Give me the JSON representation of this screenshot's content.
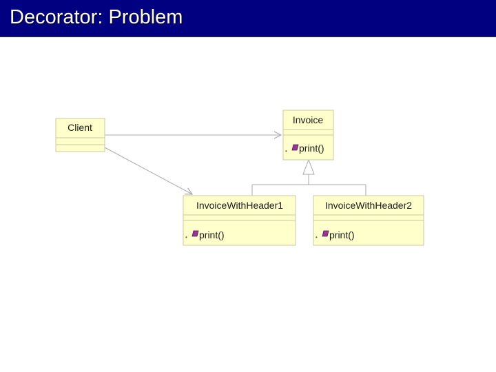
{
  "slide": {
    "title": "Decorator: Problem"
  },
  "colors": {
    "title_bar": "#000080",
    "title_text": "#ffffff",
    "class_fill": "#ffffcc",
    "class_border": "#c8c8a0",
    "connector": "#a9a9a9",
    "method_icon": "#993399"
  },
  "diagram": {
    "classes": {
      "client": {
        "name": "Client",
        "operations": []
      },
      "invoice": {
        "name": "Invoice",
        "operations": [
          "print()"
        ]
      },
      "header1": {
        "name": "InvoiceWithHeader1",
        "operations": [
          "print()"
        ]
      },
      "header2": {
        "name": "InvoiceWithHeader2",
        "operations": [
          "print()"
        ]
      }
    },
    "relationships": [
      {
        "type": "association",
        "from": "Client",
        "to": "Invoice"
      },
      {
        "type": "association",
        "from": "Client",
        "to": "InvoiceWithHeader1"
      },
      {
        "type": "generalization",
        "from": "InvoiceWithHeader1",
        "to": "Invoice"
      },
      {
        "type": "generalization",
        "from": "InvoiceWithHeader2",
        "to": "Invoice"
      }
    ],
    "icons": {
      "operation": "method-icon"
    }
  }
}
